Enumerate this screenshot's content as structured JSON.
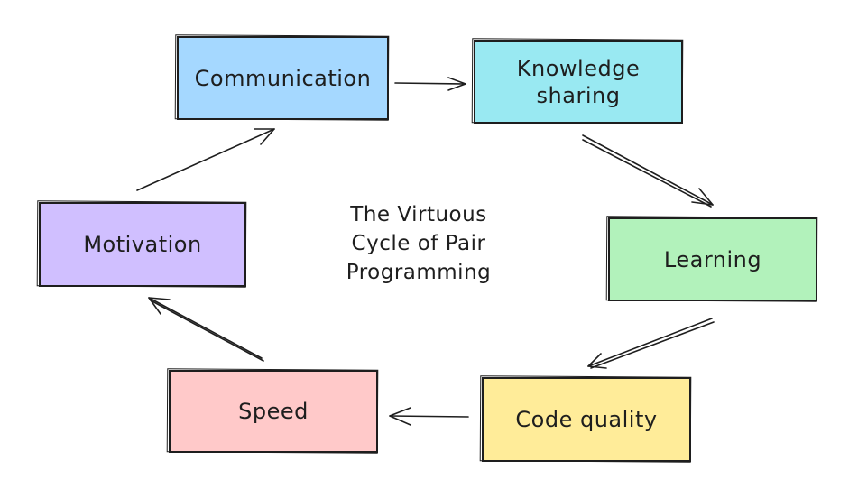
{
  "title": "The Virtuous\nCycle of Pair\nProgramming",
  "nodes": [
    {
      "label": "Communication",
      "color": "#a5d8ff"
    },
    {
      "label": "Knowledge\nsharing",
      "color": "#99e9f2"
    },
    {
      "label": "Learning",
      "color": "#b2f2bb"
    },
    {
      "label": "Code quality",
      "color": "#ffec99"
    },
    {
      "label": "Speed",
      "color": "#ffc9c9"
    },
    {
      "label": "Motivation",
      "color": "#d0bfff"
    }
  ],
  "edges": [
    {
      "from": "Communication",
      "to": "Knowledge\nsharing"
    },
    {
      "from": "Knowledge\nsharing",
      "to": "Learning"
    },
    {
      "from": "Learning",
      "to": "Code quality"
    },
    {
      "from": "Code quality",
      "to": "Speed"
    },
    {
      "from": "Speed",
      "to": "Motivation"
    },
    {
      "from": "Motivation",
      "to": "Communication"
    }
  ],
  "stroke_color": "#1e1e1e"
}
